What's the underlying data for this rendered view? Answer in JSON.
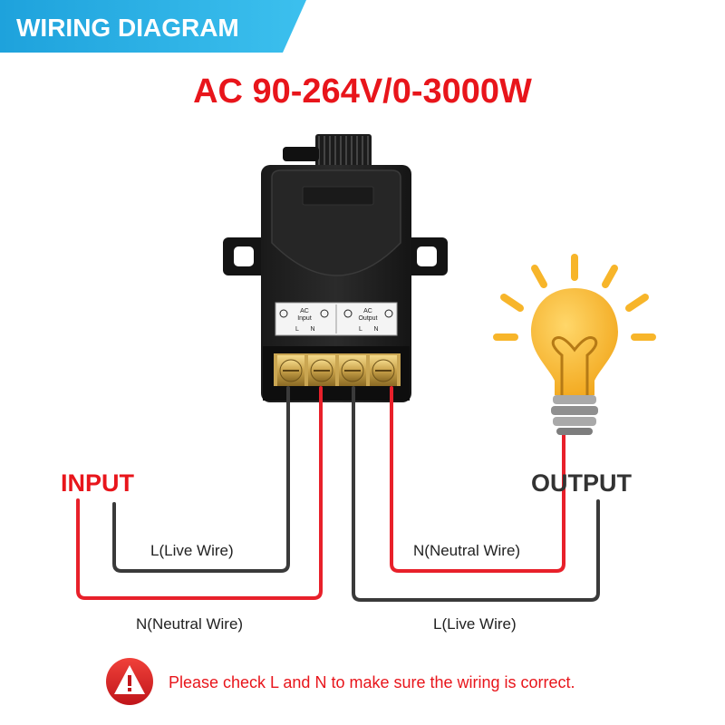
{
  "banner": {
    "title": "WIRING DIAGRAM"
  },
  "spec": "AC 90-264V/0-3000W",
  "labels": {
    "input": "INPUT",
    "output": "OUTPUT",
    "input_live": "L(Live Wire)",
    "input_neutral": "N(Neutral Wire)",
    "output_neutral": "N(Neutral Wire)",
    "output_live": "L(Live Wire)"
  },
  "terminal_panel": {
    "input_title_line1": "AC",
    "input_title_line2": "Input",
    "output_title_line1": "AC",
    "output_title_line2": "Output",
    "l": "L",
    "n": "N"
  },
  "warning": "Please check L and N to make sure the wiring is correct.",
  "colors": {
    "live_wire": "#3a3a3a",
    "neutral_wire": "#e8202a",
    "banner": "#29aee6",
    "accent_red": "#e8151b",
    "bulb_yellow": "#f7b52a"
  }
}
